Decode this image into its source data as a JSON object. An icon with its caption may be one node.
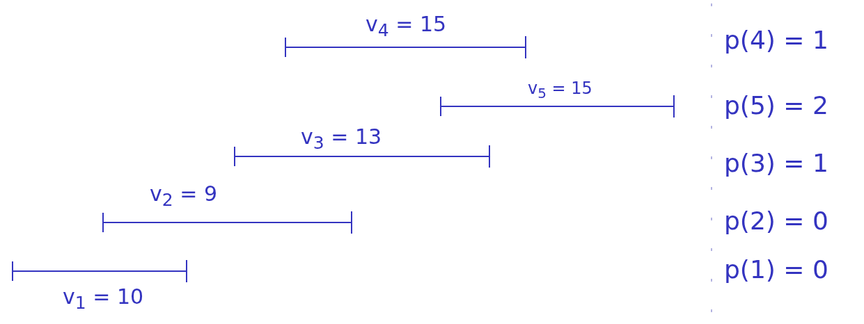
{
  "diagram": {
    "labels": [
      "v$_{4}$ = 15",
      "p(4) = 1",
      "v$_{5}$ = 15",
      "p(5) = 2",
      "v$_{3}$ = 13",
      "p(3) = 1",
      "v$_{2}$ = 9",
      "p(2) = 0",
      "v$_{1}$ = 10",
      "p(1) = 0"
    ]
  }
}
